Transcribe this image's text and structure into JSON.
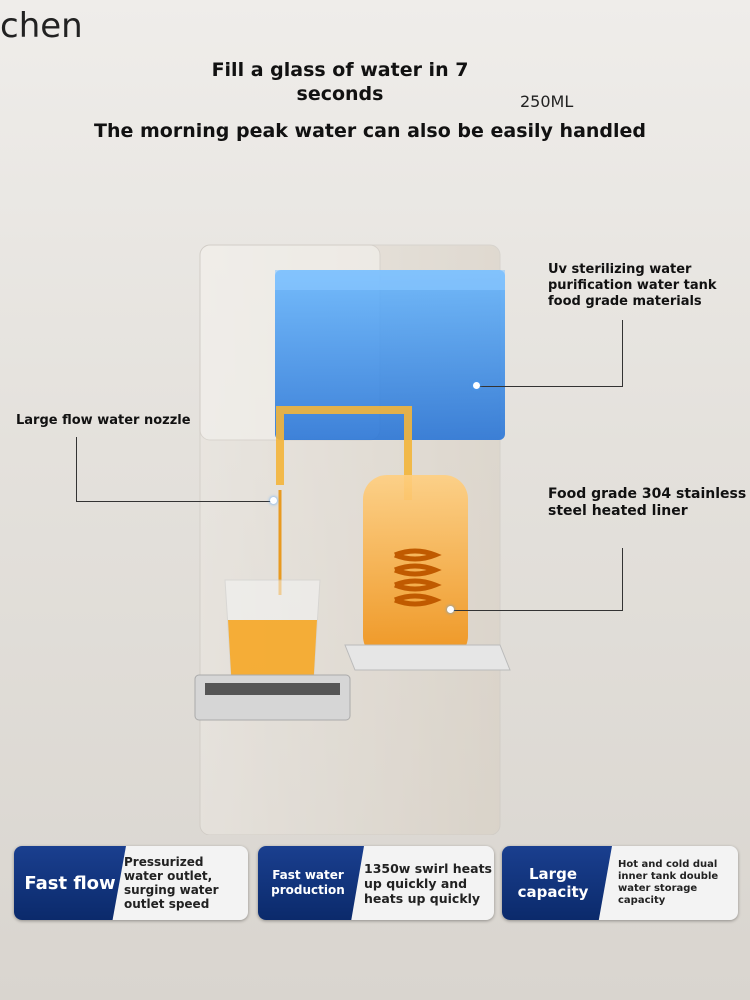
{
  "brand": "chen",
  "headline": {
    "line1": "Fill a glass of water in 7 seconds",
    "capacity": "250ML",
    "line2": "The morning peak water can also be easily handled"
  },
  "callouts": {
    "nozzle": "Large flow water nozzle",
    "tank": "Uv sterilizing water purification water tank food grade materials",
    "liner": "Food grade 304 stainless steel heated liner"
  },
  "features": [
    {
      "title": "Fast flow",
      "desc": "Pressurized water outlet, surging water outlet speed"
    },
    {
      "title": "Fast water production",
      "desc": "1350w swirl heats up quickly and heats up quickly"
    },
    {
      "title": "Large capacity",
      "desc": "Hot and cold dual inner tank double water storage capacity"
    }
  ],
  "colors": {
    "feature_blue": "#0b2a6b",
    "water_tank": "#3a8fe8",
    "hot_water": "#f0a020"
  }
}
